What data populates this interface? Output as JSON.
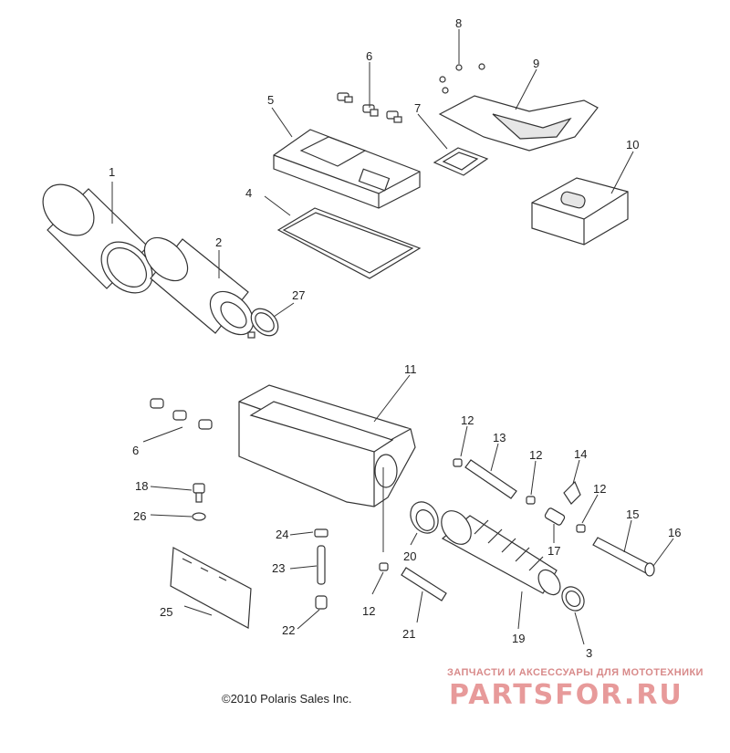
{
  "labels": {
    "l1": "1",
    "l2": "2",
    "l3": "3",
    "l4": "4",
    "l5": "5",
    "l6a": "6",
    "l6b": "6",
    "l7": "7",
    "l8": "8",
    "l9": "9",
    "l10": "10",
    "l11": "11",
    "l12a": "12",
    "l12b": "12",
    "l12c": "12",
    "l12d": "12",
    "l13": "13",
    "l14": "14",
    "l15": "15",
    "l16": "16",
    "l17": "17",
    "l18": "18",
    "l19": "19",
    "l20": "20",
    "l21": "21",
    "l22": "22",
    "l23": "23",
    "l24": "24",
    "l25": "25",
    "l26": "26",
    "l27": "27"
  },
  "copyright": "©2010 Polaris Sales Inc.",
  "watermark": {
    "tagline": "ЗАПЧАСТИ И АКСЕССУАРЫ ДЛЯ МОТОТЕХНИКИ",
    "brand": "PARTSFOR.RU"
  }
}
